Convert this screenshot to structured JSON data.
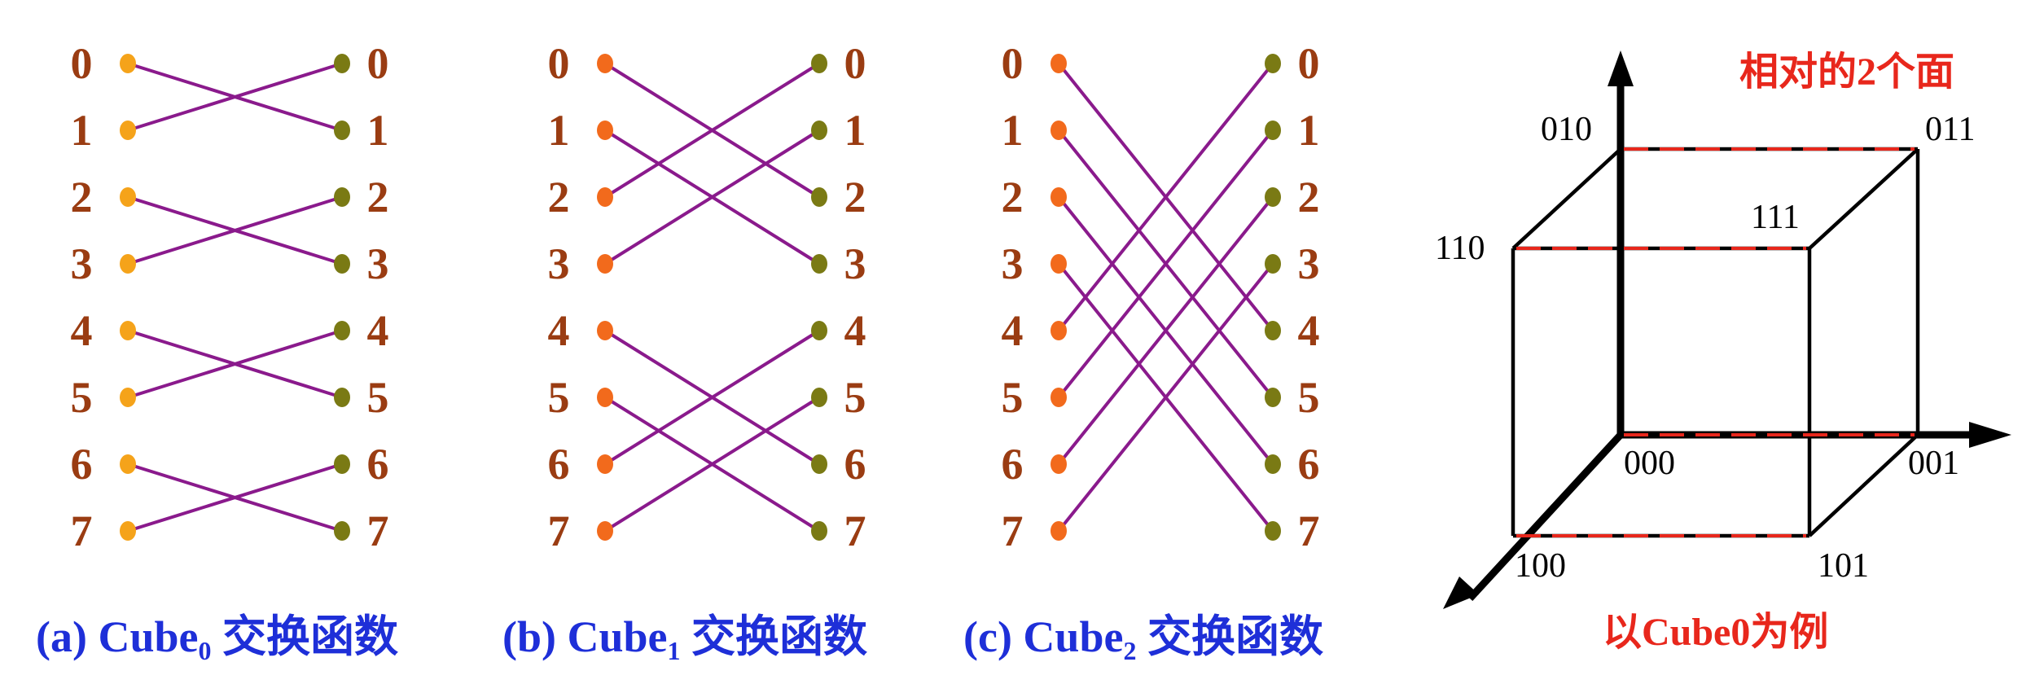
{
  "colors": {
    "number_label": "#9a3c12",
    "caption": "#1e2fd8",
    "wire": "#8a1a8c",
    "left_dot_cube0": "#f5a31a",
    "left_dot_other": "#f26a1c",
    "right_dot": "#7a7a14",
    "note": "#e8271c",
    "cube_edge": "#000000",
    "cube_dash": "#e8271c"
  },
  "panels": [
    {
      "id": "cube0",
      "caption": {
        "prefix": "(a) Cube",
        "sub": "0",
        "suffix": " 交换函数"
      },
      "inputs": [
        "0",
        "1",
        "2",
        "3",
        "4",
        "5",
        "6",
        "7"
      ],
      "outputs": [
        "0",
        "1",
        "2",
        "3",
        "4",
        "5",
        "6",
        "7"
      ],
      "connections": [
        1,
        0,
        3,
        2,
        5,
        4,
        7,
        6
      ]
    },
    {
      "id": "cube1",
      "caption": {
        "prefix": "(b) Cube",
        "sub": "1",
        "suffix": " 交换函数"
      },
      "inputs": [
        "0",
        "1",
        "2",
        "3",
        "4",
        "5",
        "6",
        "7"
      ],
      "outputs": [
        "0",
        "1",
        "2",
        "3",
        "4",
        "5",
        "6",
        "7"
      ],
      "connections": [
        2,
        3,
        0,
        1,
        6,
        7,
        4,
        5
      ]
    },
    {
      "id": "cube2",
      "caption": {
        "prefix": "(c) Cube",
        "sub": "2",
        "suffix": " 交换函数"
      },
      "inputs": [
        "0",
        "1",
        "2",
        "3",
        "4",
        "5",
        "6",
        "7"
      ],
      "outputs": [
        "0",
        "1",
        "2",
        "3",
        "4",
        "5",
        "6",
        "7"
      ],
      "connections": [
        4,
        5,
        6,
        7,
        0,
        1,
        2,
        3
      ]
    }
  ],
  "cube": {
    "vertices": {
      "v000": "000",
      "v001": "001",
      "v010": "010",
      "v011": "011",
      "v100": "100",
      "v101": "101",
      "v110": "110",
      "v111": "111"
    },
    "top_note": "相对的2个面",
    "bottom_note": "以Cube0为例"
  }
}
